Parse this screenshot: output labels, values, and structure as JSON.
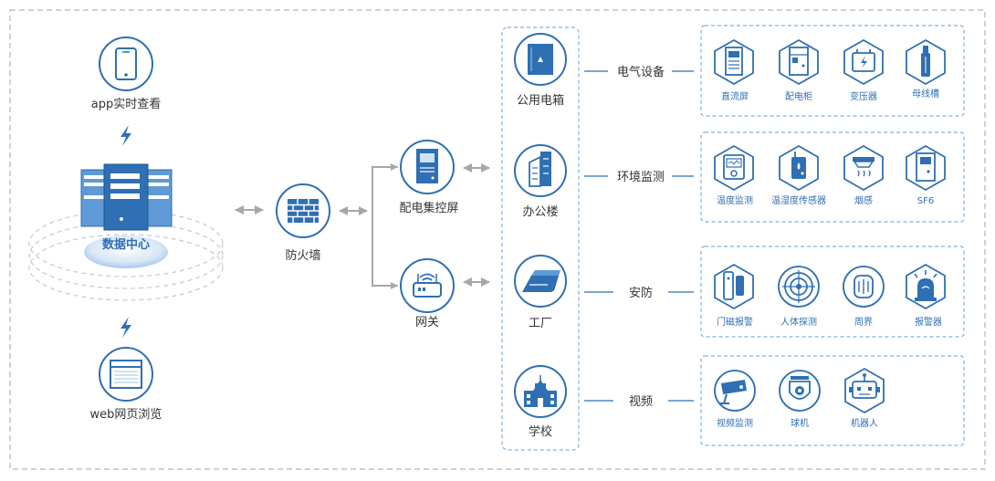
{
  "colors": {
    "primary": "#2f6fb3",
    "accent": "#3a86c8",
    "light": "#cfe2f3",
    "fill": "#e8f1fa",
    "dash": "#7fb1dd",
    "outer_dash": "#b5b5b5",
    "arrow": "#a7a7a7",
    "bolt": "#2f6fb3",
    "text": "#333333",
    "label_blue": "#2f6fb3"
  },
  "left": {
    "app_label": "app实时查看",
    "datacenter_label": "数据中心",
    "web_label": "web网页浏览",
    "app_icon": "smartphone-icon",
    "web_icon": "browser-window-icon",
    "datacenter_icon": "server-rack-icon"
  },
  "firewall": {
    "label": "防火墙",
    "icon": "brick-wall-icon"
  },
  "control_screen": {
    "label": "配电集控屏",
    "icon": "control-cabinet-icon"
  },
  "gateway": {
    "label": "网关",
    "icon": "wifi-router-icon"
  },
  "sites": [
    {
      "label": "公用电箱",
      "icon": "distribution-box-icon"
    },
    {
      "label": "办公楼",
      "icon": "office-building-icon"
    },
    {
      "label": "工厂",
      "icon": "factory-device-icon"
    },
    {
      "label": "学校",
      "icon": "school-building-icon"
    }
  ],
  "categories": [
    {
      "label": "电气设备",
      "items": [
        {
          "label": "直流屏",
          "icon": "dc-panel-icon"
        },
        {
          "label": "配电柜",
          "icon": "switchgear-cabinet-icon"
        },
        {
          "label": "变压器",
          "icon": "transformer-icon"
        },
        {
          "label": "母线槽",
          "icon": "busbar-icon"
        }
      ]
    },
    {
      "label": "环境监测",
      "items": [
        {
          "label": "温度监测",
          "icon": "temperature-monitor-icon"
        },
        {
          "label": "温湿度传感器",
          "icon": "humidity-sensor-icon"
        },
        {
          "label": "烟感",
          "icon": "smoke-detector-icon"
        },
        {
          "label": "SF6",
          "icon": "sf6-sensor-icon"
        }
      ]
    },
    {
      "label": "安防",
      "items": [
        {
          "label": "门磁报警",
          "icon": "door-sensor-icon"
        },
        {
          "label": "人体探测",
          "icon": "motion-detector-icon"
        },
        {
          "label": "周界",
          "icon": "perimeter-sensor-icon"
        },
        {
          "label": "报警器",
          "icon": "alarm-siren-icon"
        }
      ]
    },
    {
      "label": "视频",
      "items": [
        {
          "label": "视频监测",
          "icon": "cctv-camera-icon"
        },
        {
          "label": "球机",
          "icon": "dome-camera-icon"
        },
        {
          "label": "机器人",
          "icon": "robot-icon"
        }
      ]
    }
  ]
}
